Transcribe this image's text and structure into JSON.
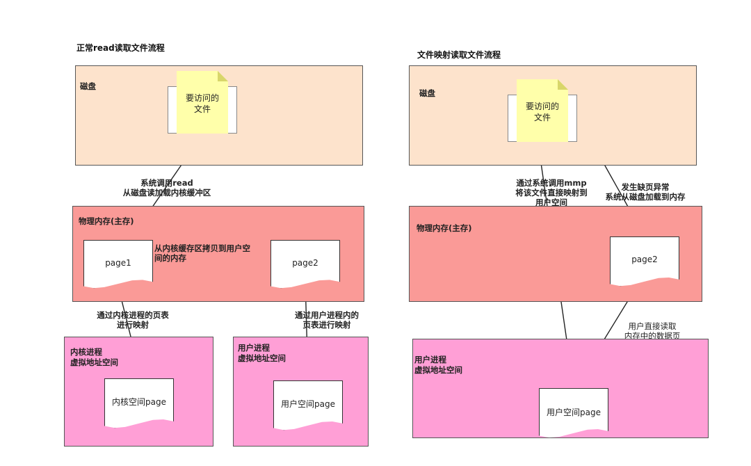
{
  "left": {
    "title": "正常read读取文件流程",
    "disk_label": "磁盘",
    "file_text": "要访问的文件",
    "file_line1": "要访问的",
    "file_line2": "文件",
    "edge_read_line1": "系统调用read",
    "edge_read_line2": "从磁盘读加载内核缓冲区",
    "mem_label": "物理内存(主存)",
    "page1": "page1",
    "page2": "page2",
    "edge_copy_line1": "从内核缓存区拷贝到用户空",
    "edge_copy_line2": "间的内存",
    "edge_kernel_map_line1": "通过内核进程的页表",
    "edge_kernel_map_line2": "进行映射",
    "edge_user_map_line1": "通过用户进程内的",
    "edge_user_map_line2": "页表进行映射",
    "kernel_proc_line1": "内核进程",
    "kernel_proc_line2": "虚拟地址空间",
    "user_proc_line1": "用户进程",
    "user_proc_line2": "虚拟地址空间",
    "kernel_page": "内核空间page",
    "user_page": "用户空间page"
  },
  "right": {
    "title": "文件映射读取文件流程",
    "disk_label": "磁盘",
    "file_line1": "要访问的",
    "file_line2": "文件",
    "edge_mmap_line1": "通过系统调用mmp",
    "edge_mmap_line2": "将该文件直接映射到",
    "edge_mmap_line3": "用户空间",
    "edge_fault_line1": "发生缺页异常",
    "edge_fault_line2": "系统从磁盘加载到内存",
    "mem_label": "物理内存(主存)",
    "page2": "page2",
    "edge_direct_line1": "用户直接读取",
    "edge_direct_line2": "内存中的数据页",
    "user_proc_line1": "用户进程",
    "user_proc_line2": "虚拟地址空间",
    "user_page": "用户空间page"
  },
  "colors": {
    "disk": "#fde3cc",
    "memory": "#fa9a97",
    "process": "#ff9fd6",
    "file_note": "#ffffaa"
  }
}
